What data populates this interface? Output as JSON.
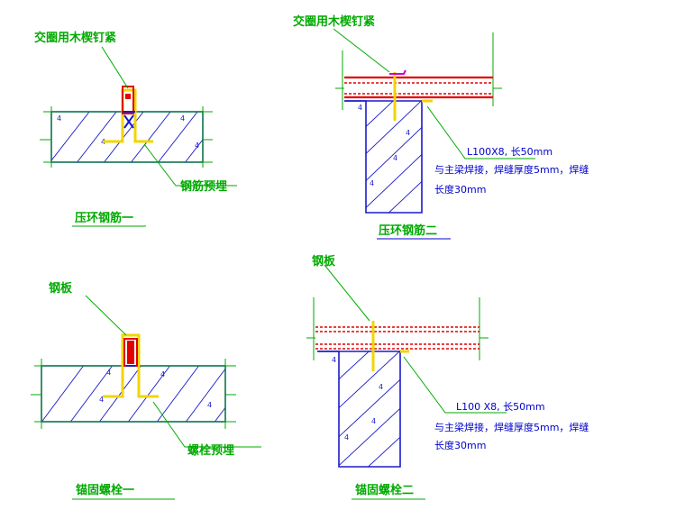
{
  "labels": {
    "tl_callout": "交圈用木楔钉紧",
    "tl_embed": "钢筋预埋",
    "tl_title": "压环钢筋一",
    "tr_callout": "交圈用木楔钉紧",
    "tr_note1": "L100X8, 长50mm",
    "tr_note2": "与主梁焊接，焊缝厚度5mm，焊缝",
    "tr_note3": "长度30mm",
    "tr_title": "压环钢筋二",
    "bl_callout": "钢板",
    "bl_embed": "螺栓预埋",
    "bl_title": "锚固螺栓一",
    "br_callout": "钢板",
    "br_note1": "L100 X8, 长50mm",
    "br_note2": "与主梁焊接，焊缝厚度5mm，焊缝",
    "br_note3": "长度30mm",
    "br_title": "锚固螺栓二"
  },
  "colors": {
    "concrete": "#1a1acc",
    "label": "#00aa00",
    "steel": "#f2d500",
    "beam": "#e00000",
    "note": "#0000cc"
  }
}
